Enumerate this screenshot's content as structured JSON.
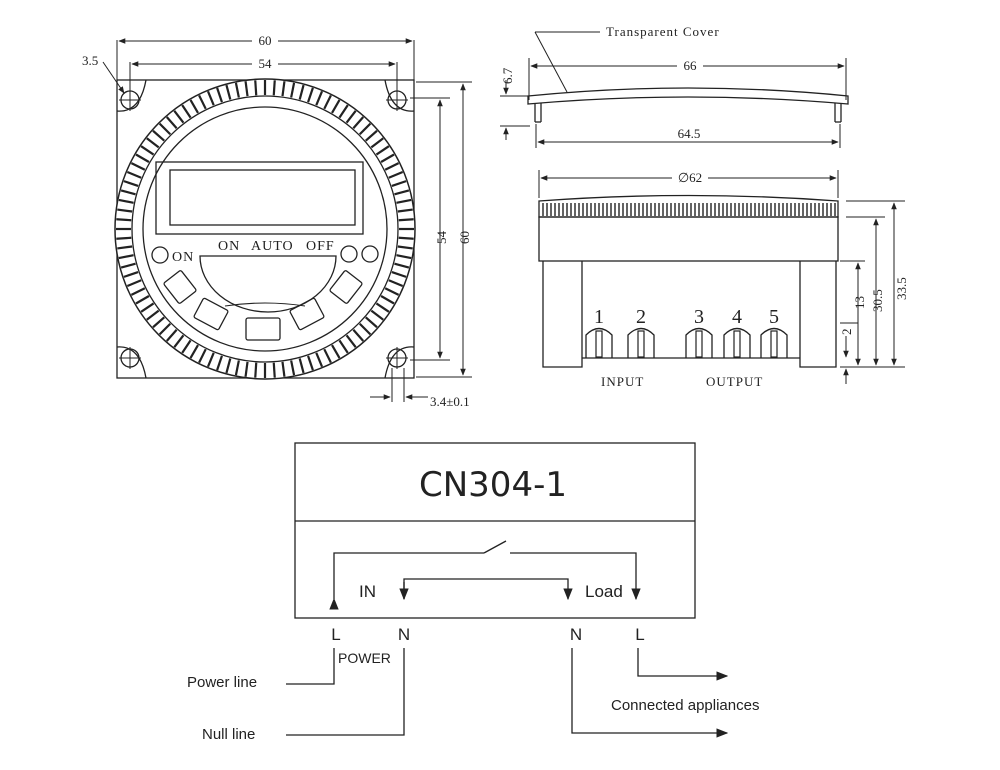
{
  "front_view": {
    "dims": {
      "outer_width": "60",
      "hole_span": "54",
      "hole_diameter": "3.5",
      "outer_height": "60",
      "hole_span_vertical": "54",
      "panel_hole": "3.4±0.1"
    },
    "face_labels": {
      "on_left": "ON",
      "on": "ON",
      "auto": "AUTO",
      "off": "OFF"
    }
  },
  "top_view": {
    "cover_label": "Transparent Cover",
    "dims": {
      "cover_width": "66",
      "cover_base": "64.5",
      "cover_height": "6.7"
    }
  },
  "side_view": {
    "dims": {
      "diameter": "∅62",
      "h13": "13",
      "h30_5": "30.5",
      "h33_5": "33.5",
      "h2": "2"
    },
    "terminals": [
      "1",
      "2",
      "3",
      "4",
      "5"
    ],
    "input_label": "INPUT",
    "output_label": "OUTPUT"
  },
  "wiring": {
    "model": "CN304-1",
    "in_label": "IN",
    "load_label": "Load",
    "terminal_labels": [
      "L",
      "N",
      "N",
      "L"
    ],
    "power_label": "POWER",
    "power_line": "Power line",
    "null_line": "Null line",
    "appliances": "Connected appliances"
  }
}
